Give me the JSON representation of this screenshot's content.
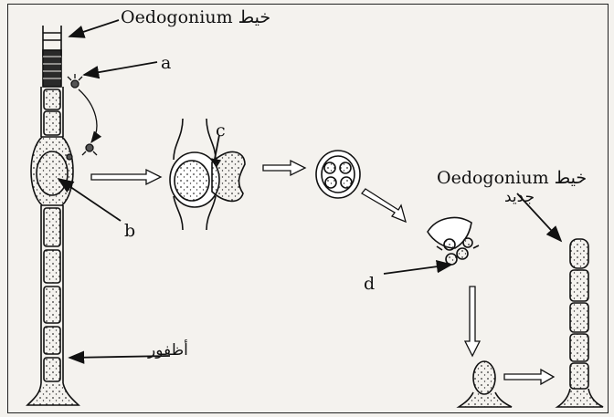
{
  "labels": {
    "top_caption": "Oedogonium خيط",
    "a": "a",
    "b": "b",
    "c": "c",
    "d": "d",
    "new_caption_1": "Oedogonium خيط",
    "new_caption_2": "جديد",
    "holdfast": "أظفور"
  }
}
